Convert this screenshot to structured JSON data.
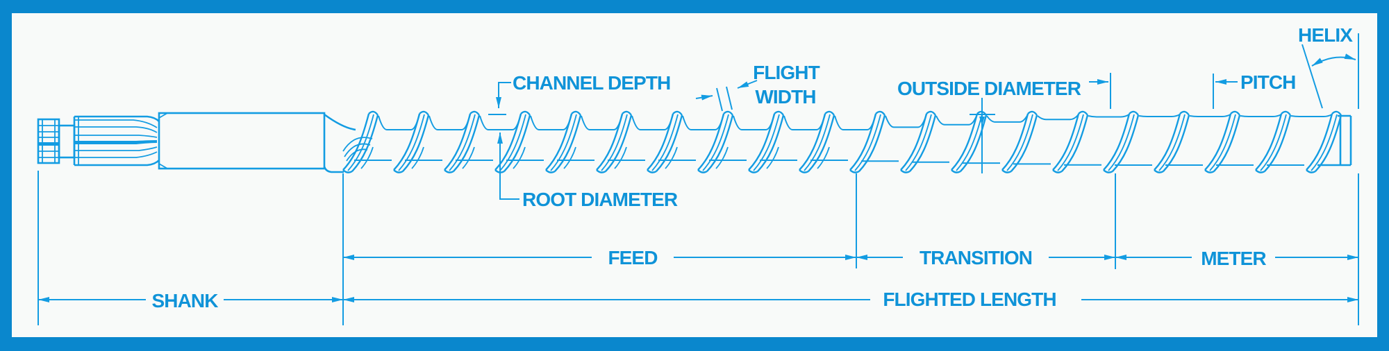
{
  "diagram": {
    "title": "Extruder screw nomenclature diagram",
    "labels": {
      "channel_depth": "CHANNEL DEPTH",
      "flight_width_line1": "FLIGHT",
      "flight_width_line2": "WIDTH",
      "outside_diameter": "OUTSIDE DIAMETER",
      "pitch": "PITCH",
      "helix": "HELIX",
      "root_diameter": "ROOT DIAMETER",
      "shank": "SHANK",
      "feed": "FEED",
      "transition": "TRANSITION",
      "meter": "METER",
      "flighted_length": "FLIGHTED LENGTH"
    },
    "colors": {
      "border": "#0a87cd",
      "line": "#139ce2",
      "text": "#0f93d8",
      "background": "#f8faf9"
    }
  }
}
